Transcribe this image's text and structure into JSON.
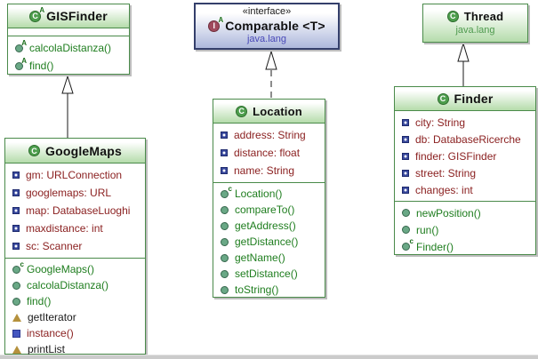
{
  "diagram_type": "uml-class-diagram",
  "classes": [
    {
      "name": "GISFinder",
      "kind": "abstract class",
      "fields": [],
      "methods": [
        {
          "label": "calcolaDistanza()",
          "icon": "abstract-method-icon"
        },
        {
          "label": "find()",
          "icon": "abstract-method-icon"
        }
      ]
    },
    {
      "name": "Comparable <T>",
      "stereotype": "«interface»",
      "package": "java.lang",
      "kind": "interface",
      "fields": [],
      "methods": []
    },
    {
      "name": "Thread",
      "package": "java.lang",
      "kind": "class",
      "fields": [],
      "methods": []
    },
    {
      "name": "GoogleMaps",
      "kind": "class",
      "fields": [
        {
          "label": "gm: URLConnection",
          "icon": "field-icon"
        },
        {
          "label": "googlemaps: URL",
          "icon": "field-icon"
        },
        {
          "label": "map: DatabaseLuoghi",
          "icon": "field-icon"
        },
        {
          "label": "maxdistance: int",
          "icon": "field-icon"
        },
        {
          "label": "sc: Scanner",
          "icon": "field-icon"
        }
      ],
      "methods": [
        {
          "label": "GoogleMaps()",
          "icon": "constructor-icon"
        },
        {
          "label": "calcolaDistanza()",
          "icon": "method-icon"
        },
        {
          "label": "find()",
          "icon": "method-icon"
        },
        {
          "label": "getIterator",
          "icon": "protected-member-icon"
        },
        {
          "label": "instance()",
          "icon": "static-member-icon"
        },
        {
          "label": "printList",
          "icon": "protected-member-icon"
        }
      ]
    },
    {
      "name": "Location",
      "kind": "class",
      "fields": [
        {
          "label": "address: String",
          "icon": "field-icon"
        },
        {
          "label": "distance: float",
          "icon": "field-icon"
        },
        {
          "label": "name: String",
          "icon": "field-icon"
        }
      ],
      "methods": [
        {
          "label": "Location()",
          "icon": "constructor-icon"
        },
        {
          "label": "compareTo()",
          "icon": "method-icon"
        },
        {
          "label": "getAddress()",
          "icon": "method-icon"
        },
        {
          "label": "getDistance()",
          "icon": "method-icon"
        },
        {
          "label": "getName()",
          "icon": "method-icon"
        },
        {
          "label": "setDistance()",
          "icon": "method-icon"
        },
        {
          "label": "toString()",
          "icon": "method-icon"
        }
      ]
    },
    {
      "name": "Finder",
      "kind": "class",
      "fields": [
        {
          "label": "city: String",
          "icon": "field-icon"
        },
        {
          "label": "db: DatabaseRicerche",
          "icon": "field-icon"
        },
        {
          "label": "finder: GISFinder",
          "icon": "field-icon"
        },
        {
          "label": "street: String",
          "icon": "field-icon"
        },
        {
          "label": "changes: int",
          "icon": "field-icon"
        }
      ],
      "methods": [
        {
          "label": "newPosition()",
          "icon": "method-icon"
        },
        {
          "label": "run()",
          "icon": "method-icon"
        },
        {
          "label": "Finder()",
          "icon": "constructor-icon"
        }
      ]
    }
  ],
  "edges": [
    {
      "from": "GoogleMaps",
      "to": "GISFinder",
      "type": "generalization",
      "line": "solid"
    },
    {
      "from": "Location",
      "to": "Comparable <T>",
      "type": "realization",
      "line": "dashed"
    },
    {
      "from": "Finder",
      "to": "Thread",
      "type": "generalization",
      "line": "solid"
    }
  ],
  "icon_letters": {
    "class": "C",
    "interface": "I",
    "abstract_sup": "A",
    "constructor_sup": "c"
  },
  "colors": {
    "class_border": "#4a8a4a",
    "class_header_gradient_end": "#b5dcab",
    "interface_border": "#343f6b",
    "interface_gradient_end": "#adb8dc",
    "field_text": "#8b2121",
    "method_text": "#1e7d1e",
    "package_text_green": "#4e9a4e",
    "package_text_blue": "#4949b8",
    "plain_member_text": "#1a1a1a"
  }
}
